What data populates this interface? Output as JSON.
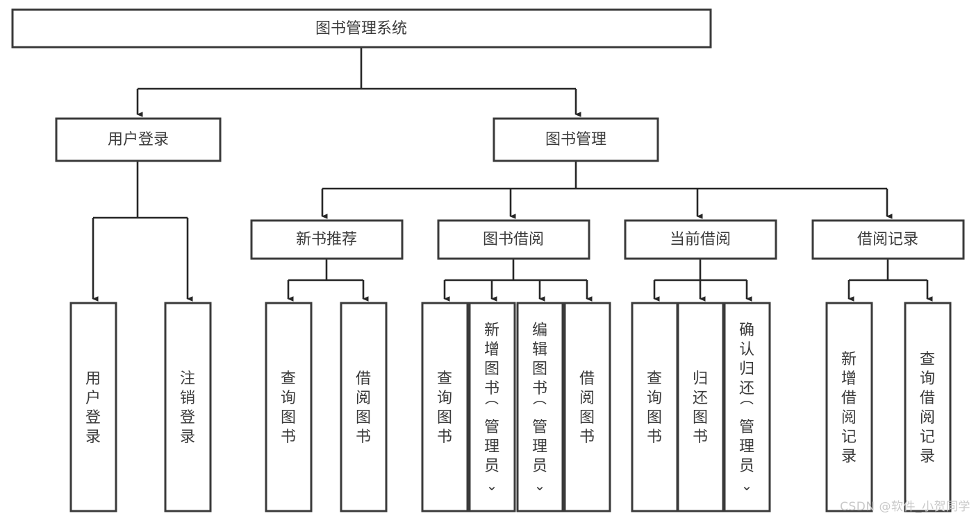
{
  "diagram": {
    "title": "图书管理系统",
    "type": "tree",
    "orientation": "top-down",
    "colors": {
      "box_border": "#3a3a3a",
      "box_fill": "#ffffff",
      "edge": "#262626",
      "text": "#3b3b3b",
      "watermark": "#c9c9c9",
      "background": "#ffffff"
    },
    "root": {
      "label": "图书管理系统"
    },
    "level2": [
      {
        "label": "用户登录"
      },
      {
        "label": "图书管理"
      }
    ],
    "level3": [
      {
        "label": "新书推荐"
      },
      {
        "label": "图书借阅"
      },
      {
        "label": "当前借阅"
      },
      {
        "label": "借阅记录"
      }
    ],
    "leaves": {
      "user_login": [
        "用户登录",
        "注销登录"
      ],
      "new_book_recommend": [
        "查询图书",
        "借阅图书"
      ],
      "book_borrow": [
        "查询图书",
        "新增图书（管理员）",
        "编辑图书（管理员）",
        "借阅图书"
      ],
      "current_borrow": [
        "查询图书",
        "归还图书",
        "确认归还（管理员）"
      ],
      "borrow_record": [
        "新增借阅记录",
        "查询借阅记录"
      ]
    }
  },
  "watermark": {
    "text": "CSDN @软件_小贺同学"
  }
}
